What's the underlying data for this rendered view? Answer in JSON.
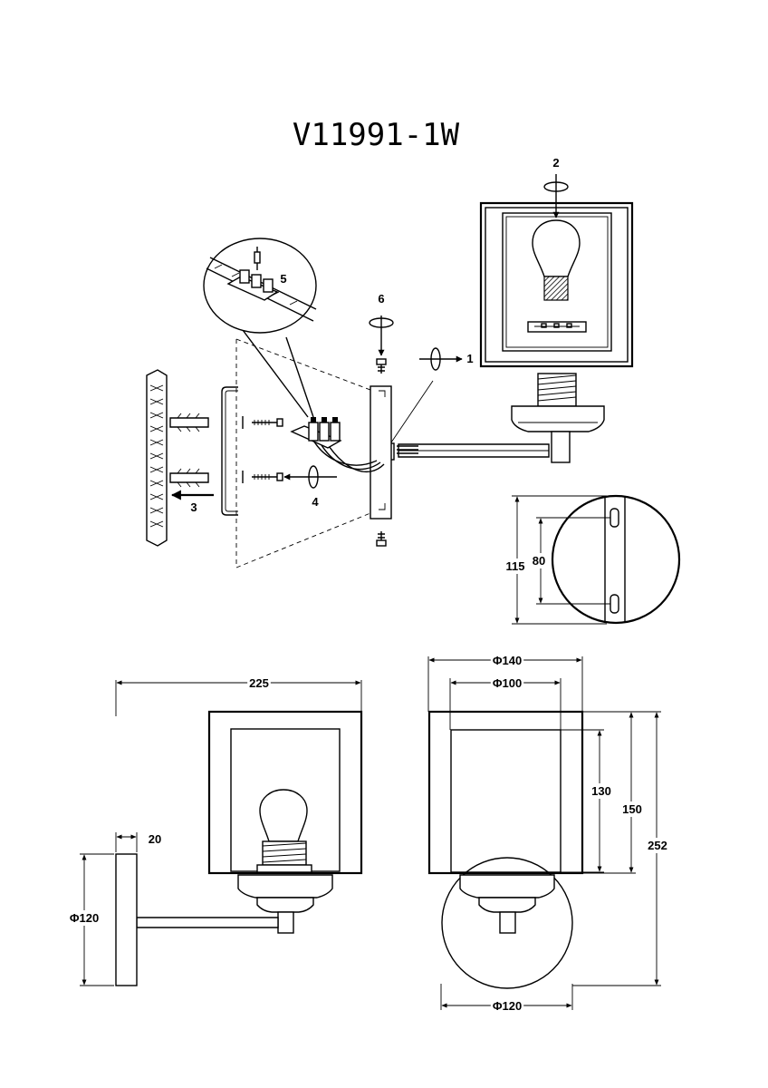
{
  "title": "V11991-1W",
  "steps": [
    "1",
    "2",
    "3",
    "4",
    "5",
    "6"
  ],
  "dimensions": {
    "mount_height": "115",
    "hole_spacing": "80",
    "depth": "225",
    "plate_thickness": "20",
    "plate_diameter": "Φ120",
    "shade_outer": "Φ140",
    "shade_inner": "Φ100",
    "glass_height": "130",
    "shade_height": "150",
    "total_height": "252",
    "base_diameter": "Φ120"
  },
  "icons": [
    "rotate-arrow-icon",
    "bulb-icon",
    "screw-icon",
    "wall-anchor-icon",
    "terminal-block-icon"
  ]
}
